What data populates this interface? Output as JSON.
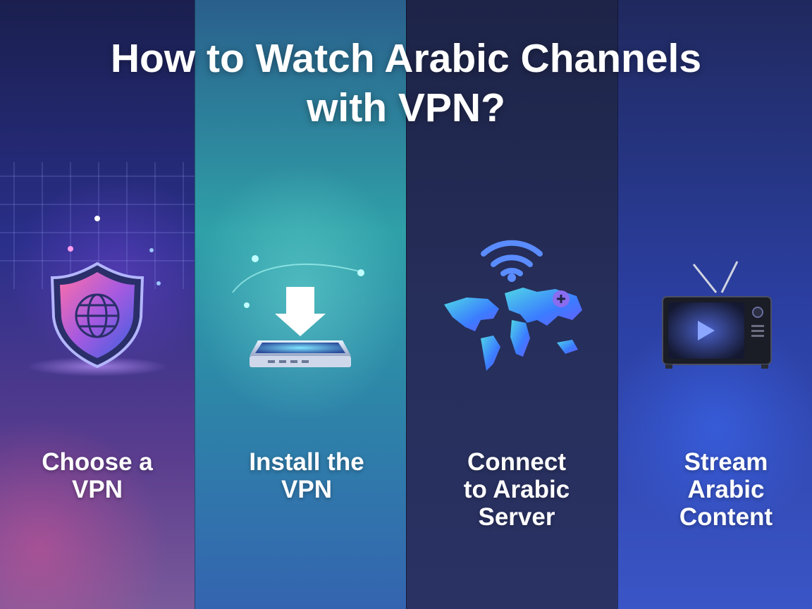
{
  "title": {
    "line1": "How to Watch Arabic Channels",
    "line2": "with VPN?"
  },
  "steps": [
    {
      "lines": [
        "Choose a",
        "VPN"
      ],
      "icon": "shield-globe-icon"
    },
    {
      "lines": [
        "Install the",
        "VPN"
      ],
      "icon": "download-install-icon"
    },
    {
      "lines": [
        "Connect",
        "to Arabic",
        "Server"
      ],
      "icon": "world-map-wifi-icon"
    },
    {
      "lines": [
        "Stream",
        "Arabic",
        "Content"
      ],
      "icon": "tv-play-icon"
    }
  ],
  "colors": {
    "text": "#ffffff",
    "shield_fill": "#b05ad8",
    "accent_cyan": "#7fe6e0",
    "map_blue": "#3b8cff",
    "tv_play": "#6a8cff"
  }
}
